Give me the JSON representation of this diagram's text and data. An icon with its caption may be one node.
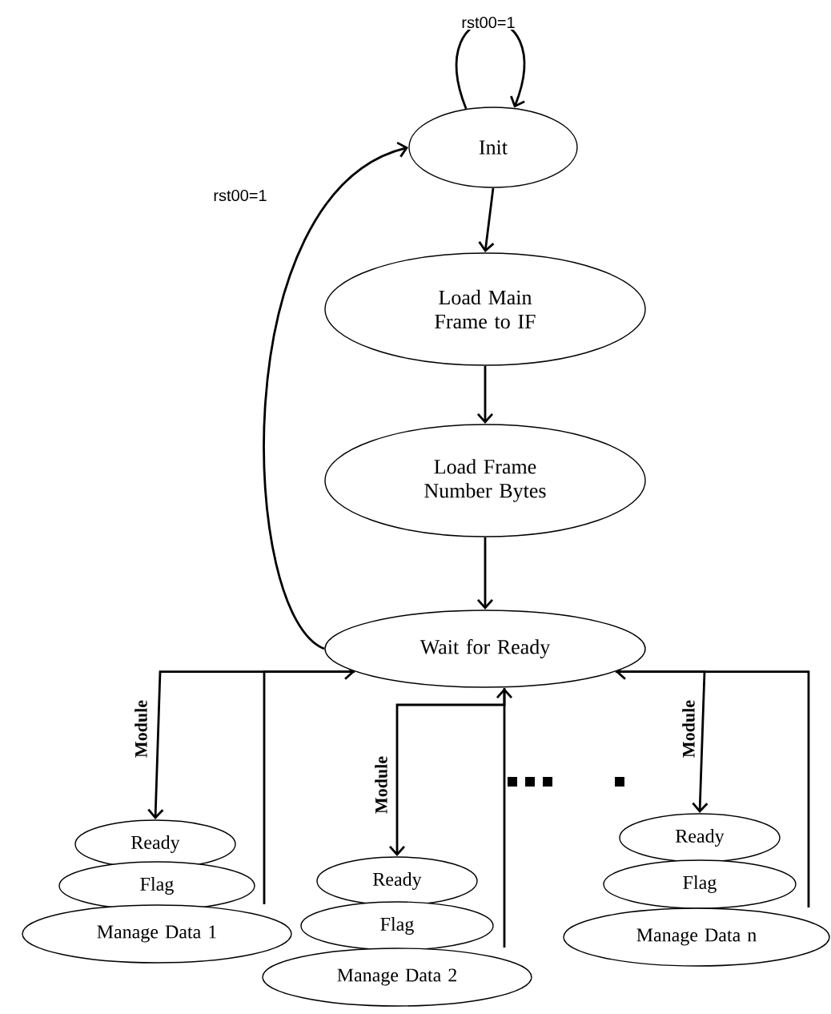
{
  "diagram": {
    "nodes": [
      {
        "text": [
          "Init"
        ]
      },
      {
        "text": [
          "Load Main Frame to IF"
        ]
      },
      {
        "text": [
          "Load Frame Number Bytes"
        ]
      },
      {
        "text": [
          "Wait for Ready"
        ]
      },
      {
        "text": [
          "Ready"
        ]
      },
      {
        "text": [
          "Flag"
        ]
      },
      {
        "text": [
          "Manage Data 1"
        ]
      },
      {
        "text": [
          "Ready"
        ]
      },
      {
        "text": [
          "Flag"
        ]
      },
      {
        "text": [
          "Manage Data 2"
        ]
      },
      {
        "text": [
          "Ready"
        ]
      },
      {
        "text": [
          "Flag"
        ]
      },
      {
        "text": [
          "Manage Data n"
        ]
      }
    ],
    "edges": [
      {
        "from": 0,
        "to": 0,
        "arrow": "to",
        "label": "rst00=1"
      },
      {
        "from": 3,
        "to": 0,
        "arrow": "to",
        "label": "rst00=1"
      },
      {
        "from": 0,
        "to": 1,
        "arrow": "to"
      },
      {
        "from": 1,
        "to": 2,
        "arrow": "to"
      },
      {
        "from": 2,
        "to": 3,
        "arrow": "to"
      },
      {
        "from": 3,
        "to": 4,
        "arrow": "to"
      },
      {
        "from": 6,
        "to": 3,
        "arrow": "to"
      },
      {
        "from": 3,
        "to": 7,
        "arrow": "to"
      },
      {
        "from": 9,
        "to": 3,
        "arrow": "to"
      },
      {
        "from": 3,
        "to": 10,
        "arrow": "to"
      },
      {
        "from": 12,
        "to": 3,
        "arrow": "to"
      }
    ],
    "labels": [
      "Module",
      "Module",
      "Module"
    ]
  }
}
